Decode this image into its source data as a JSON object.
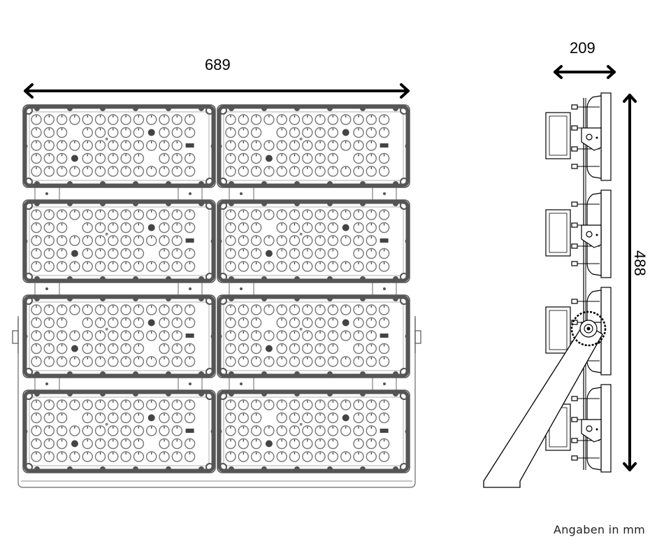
{
  "dimensions": {
    "width_mm": "689",
    "depth_mm": "209",
    "height_mm": "488"
  },
  "unit_note": "Angaben in mm",
  "colors": {
    "frame": "#555555",
    "led_ring": "#777777",
    "line": "#000000",
    "filled_dot": "#444444"
  },
  "fixture": {
    "module_rows": 4,
    "module_cols": 2,
    "led_grid": {
      "columns": 13,
      "rows": 5
    }
  }
}
